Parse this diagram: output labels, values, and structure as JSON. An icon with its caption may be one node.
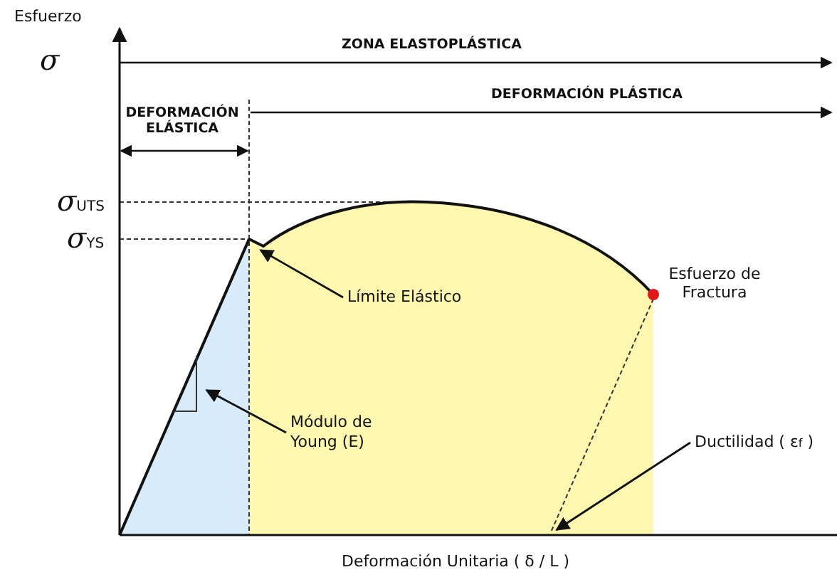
{
  "diagram": {
    "nodes": [
      {
        "text": [
          "Límite Elástico"
        ]
      },
      {
        "text": [
          "Módulo de Young (E)"
        ]
      },
      {
        "text": [
          "Ductilidad ( ε$_{f}$ )"
        ]
      },
      {
        "text": [],
        "shape": "curve"
      },
      {
        "text": [],
        "shape": "triangle"
      },
      {
        "text": [],
        "shape": "line"
      }
    ],
    "edges": [
      {
        "from": 0,
        "to": 3,
        "arrow": "to"
      },
      {
        "from": 1,
        "to": 4,
        "arrow": "to"
      },
      {
        "from": 2,
        "to": 5,
        "arrow": "to"
      }
    ],
    "labels": [
      "Esfuerzo",
      "σ",
      "ZONA ELASTOPLÁSTICA",
      "DEFORMACIÓN ELÁSTICA",
      "DEFORMACIÓN PLÁSTICA",
      "σ$_{UTS}$",
      "σ$_{YS}$",
      "Esfuerzo de Fractura",
      "Deformación Unitaria ( δ / L )"
    ]
  }
}
